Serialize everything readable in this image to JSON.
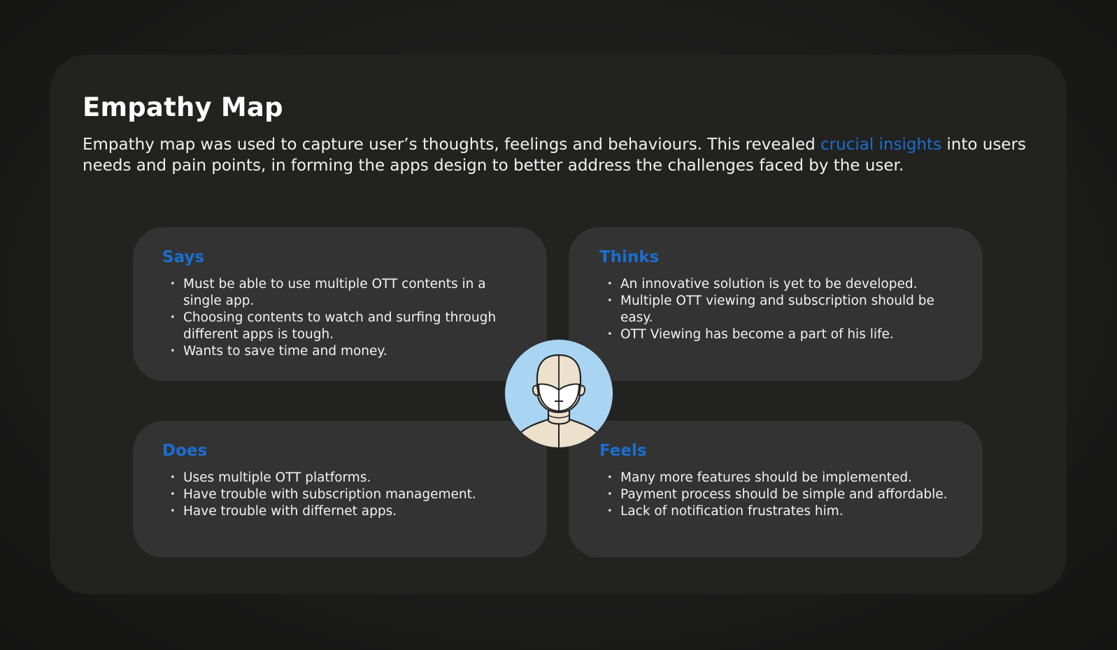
{
  "header": {
    "title": "Empathy Map",
    "intro_before": "Empathy map was used to capture user’s thoughts, feelings and behaviours. This revealed ",
    "intro_highlight": "crucial insights",
    "intro_after": " into users needs and pain points, in forming the apps design to better address the challenges faced by the user."
  },
  "quadrants": {
    "says": {
      "title": "Says",
      "items": [
        "Must be able to use multiple OTT contents in a single app.",
        "Choosing contents to watch and surfing through different apps is tough.",
        "Wants to save time and money."
      ]
    },
    "thinks": {
      "title": "Thinks",
      "items": [
        "An innovative solution is yet to be developed.",
        "Multiple OTT viewing and subscription should be easy.",
        "OTT Viewing has become a part of his life."
      ]
    },
    "does": {
      "title": "Does",
      "items": [
        "Uses multiple OTT platforms.",
        "Have trouble with subscription management.",
        "Have trouble with differnet apps."
      ]
    },
    "feels": {
      "title": "Feels",
      "items": [
        "Many more features should be implemented.",
        "Payment process should be simple and affordable.",
        "Lack of notification frustrates him."
      ]
    }
  },
  "avatar": {
    "icon": "user-head-icon"
  },
  "colors": {
    "accent": "#1a6fd0",
    "panel": "#222221",
    "card": "#333333",
    "avatar_bg": "#a9d4f2",
    "skin": "#ede0cd"
  }
}
